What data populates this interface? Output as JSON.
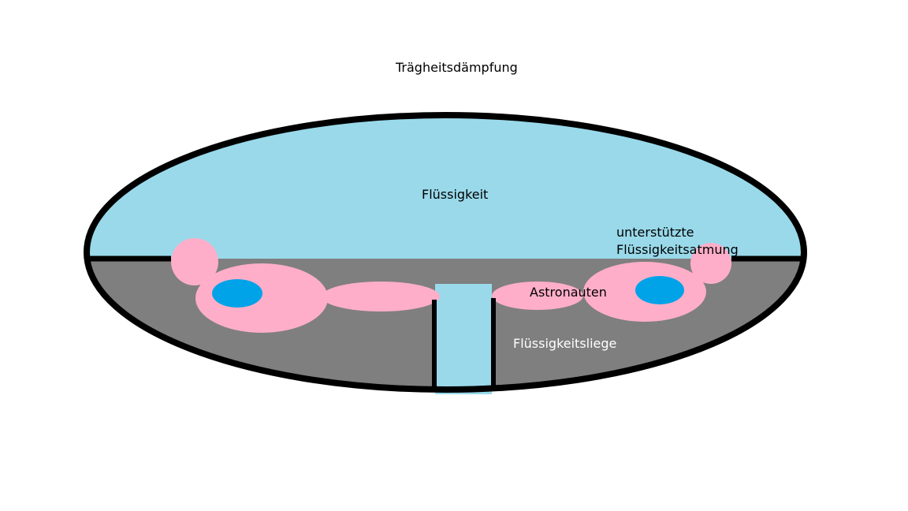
{
  "title": "Trägheitsdämpfung",
  "labels": {
    "fluid": "Flüssigkeit",
    "assisted_breathing": "unterstützte\nFlüssigkeitsatmung",
    "astronauts": "Astronauten",
    "fluid_couch": "Flüssigkeitsliege"
  },
  "colors": {
    "fluid": "#99d9ea",
    "couch": "#7f7f7f",
    "astronaut": "#ffaec9",
    "visor": "#00a2e8",
    "outline": "#000000",
    "couch_text": "#ffffff"
  }
}
